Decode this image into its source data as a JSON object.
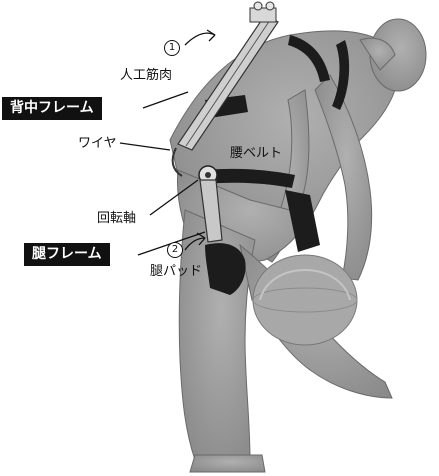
{
  "labels": {
    "marker_1": "1",
    "artificial_muscle": "人工筋肉",
    "back_frame": "背中フレーム",
    "wire": "ワイヤ",
    "waist_belt": "腰ベルト",
    "rotation_axis": "回転軸",
    "marker_2": "2",
    "thigh_frame": "腿フレーム",
    "thigh_pad": "腿パッド"
  },
  "colors": {
    "silhouette": "#9a9a9a",
    "harness": "#1c1c1c",
    "frame": "#c8c8c8",
    "label_box": "#111111"
  }
}
